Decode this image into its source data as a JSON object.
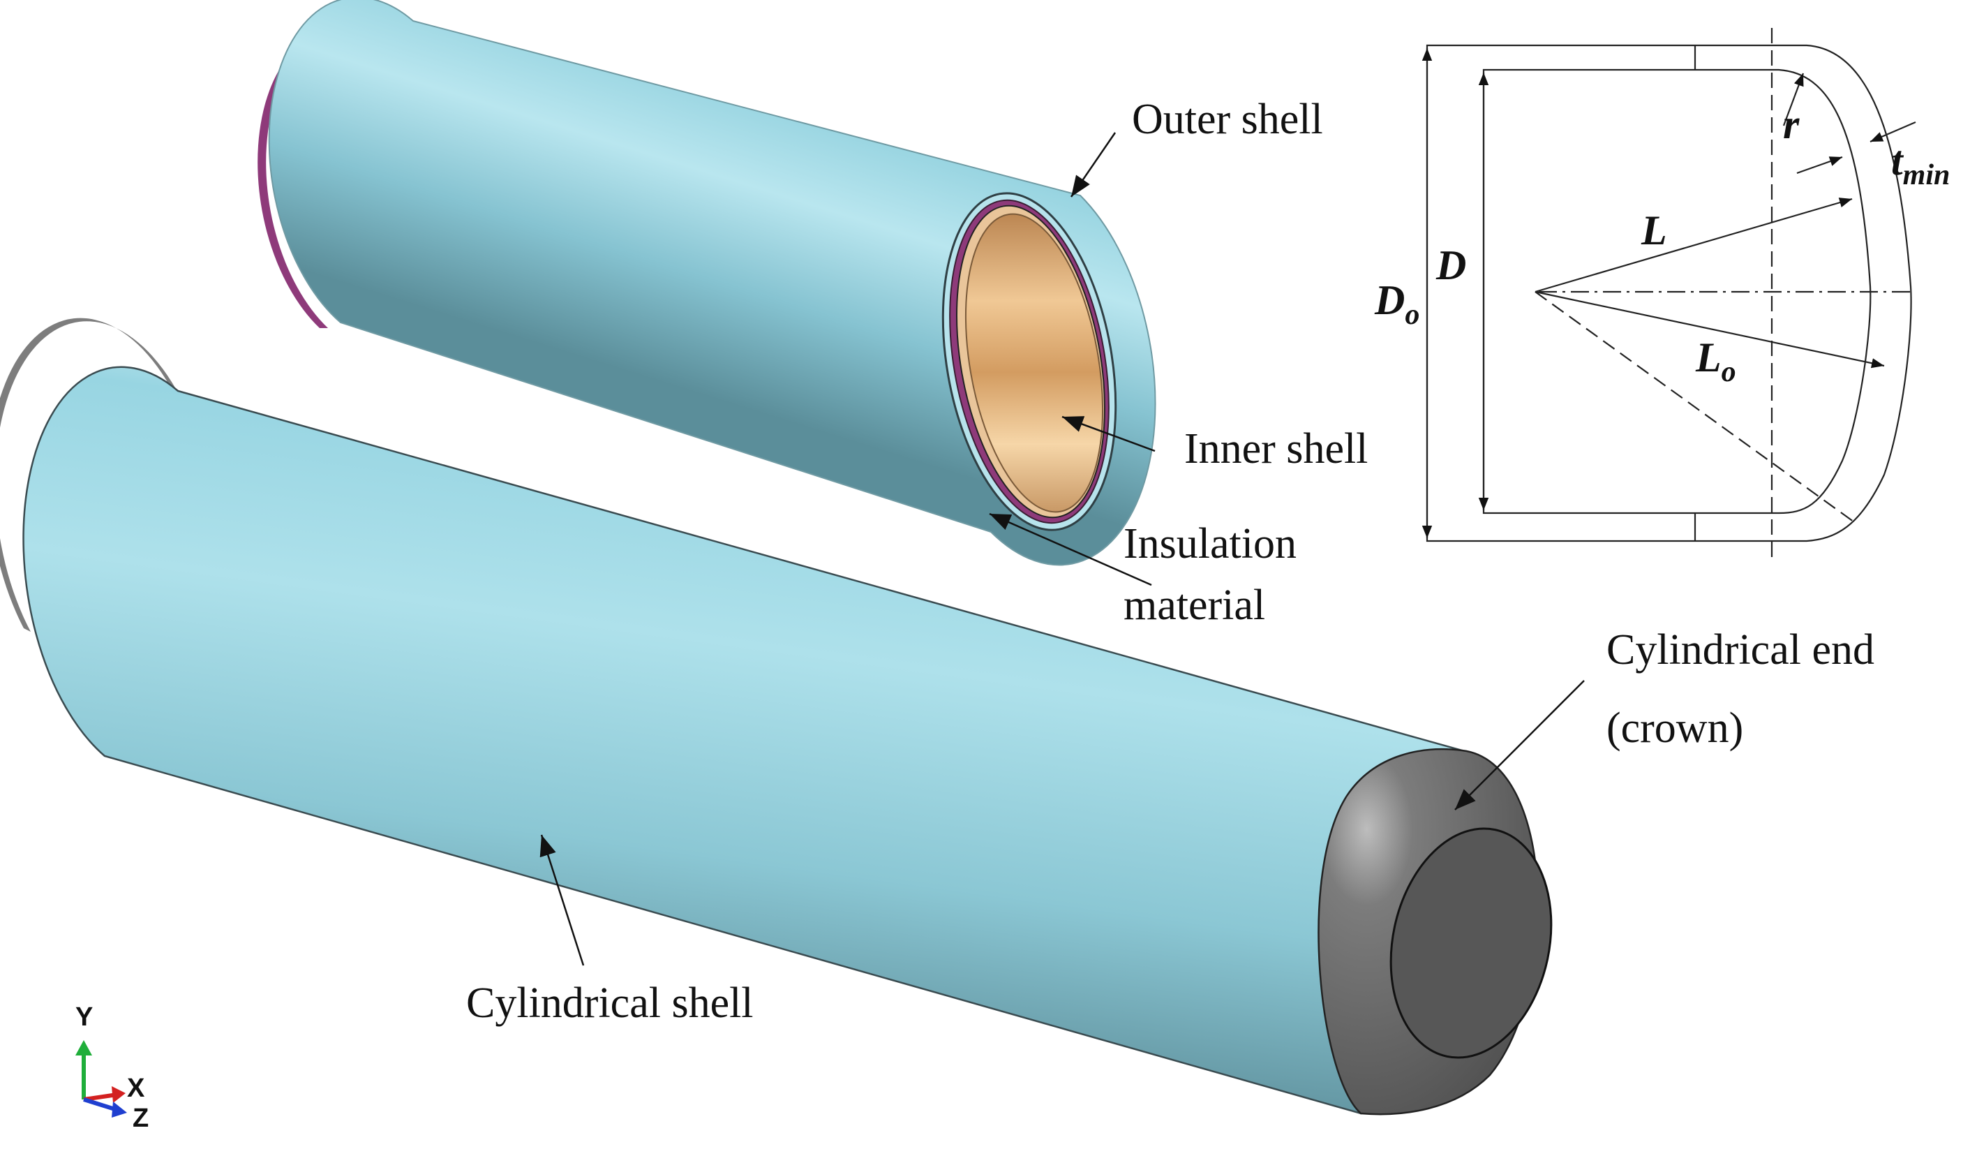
{
  "labels": {
    "outer_shell": "Outer shell",
    "inner_shell": "Inner shell",
    "insulation_line1": "Insulation",
    "insulation_line2": "material",
    "cylindrical_end_line1": "Cylindrical end",
    "cylindrical_end_line2": "(crown)",
    "cylindrical_shell": "Cylindrical shell"
  },
  "schematic": {
    "r": "r",
    "t_main": "t",
    "t_sub": "min",
    "L": "L",
    "D": "D",
    "Do_main": "D",
    "Do_sub": "o",
    "Lo_main": "L",
    "Lo_sub": "o"
  },
  "axes": {
    "y": "Y",
    "x": "X",
    "z": "Z",
    "y_color": "#1fae3a",
    "x_color": "#d32020",
    "z_color": "#1f3fd0"
  },
  "colors": {
    "shell": "#93d3e0",
    "shell_dark": "#5f8f9b",
    "inner": "#d9a56c",
    "insulation": "#8e3a7a",
    "crown": "#5c5c5c"
  }
}
